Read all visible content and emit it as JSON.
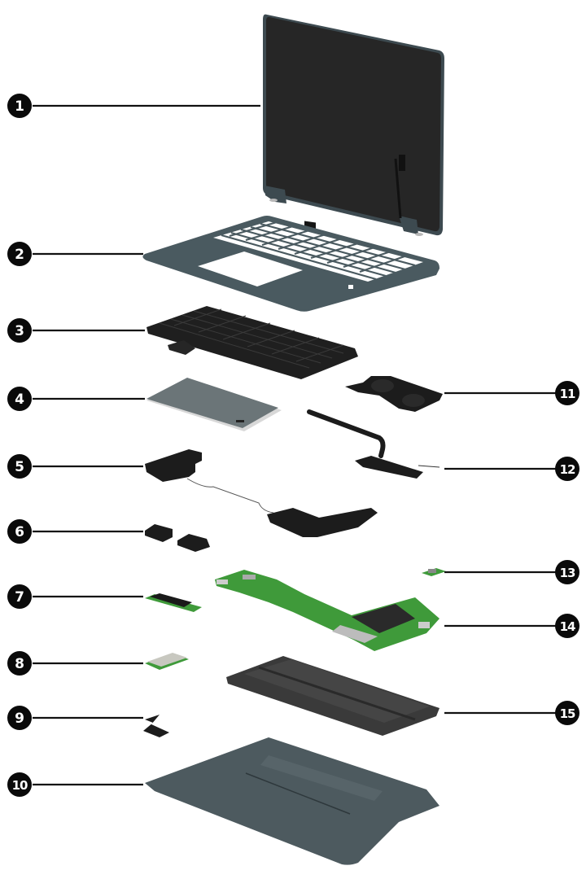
{
  "diagram": {
    "type": "exploded-parts-view",
    "callout_color": "#0a0a0a",
    "callout_text_color": "#ffffff",
    "colors": {
      "display": "#2b2b2b",
      "display_bezel": "#3d4a50",
      "chassis_gray": "#4a5a60",
      "keyboard": "#1f1f1f",
      "touchpad": "#6b7578",
      "black_part": "#1c1c1c",
      "pcb_green": "#3f9a3a",
      "battery": "#3a3a3a",
      "bottom_cover": "#4d5a5f"
    },
    "callouts": [
      {
        "number": "1"
      },
      {
        "number": "2"
      },
      {
        "number": "3"
      },
      {
        "number": "4"
      },
      {
        "number": "5"
      },
      {
        "number": "6"
      },
      {
        "number": "7"
      },
      {
        "number": "8"
      },
      {
        "number": "9"
      },
      {
        "number": "10"
      },
      {
        "number": "11"
      },
      {
        "number": "12"
      },
      {
        "number": "13"
      },
      {
        "number": "14"
      },
      {
        "number": "15"
      }
    ]
  }
}
